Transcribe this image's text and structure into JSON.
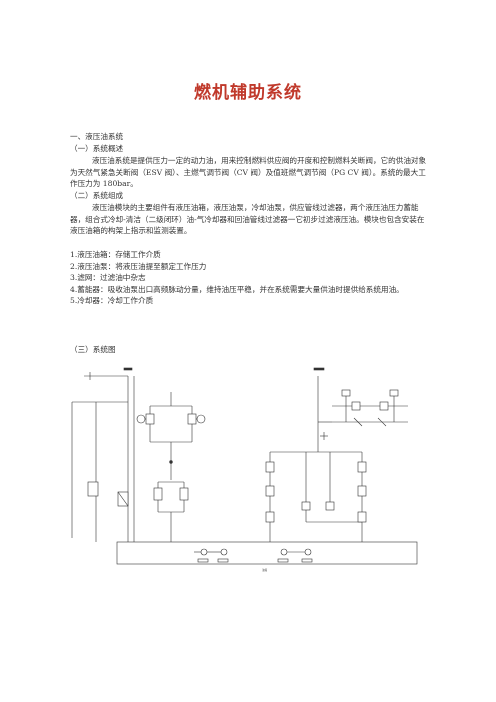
{
  "doc": {
    "title": "燃机辅助系统",
    "section1": "一、液压油系统",
    "sub1": "（一）系统概述",
    "para1": "液压油系统是提供压力一定的动力油，用来控制燃料供应阀的开度和控制燃料关断阀，它的供油对象为天然气紧急关断阀（ESV 阀）、主燃气调节阀（CV 阀）及值班燃气调节阀（PG CV 阀）。系统的最大工作压力为 180bar。",
    "sub2": "（二）系统组成",
    "para2": "液压油模块的主要组件有液压油箱，液压油泵，冷却油泵，供应管线过滤器，两个液压油压力蓄能器，组合式冷却-清洁（二级闭环）油-气冷却器和回油管线过滤器一它初步过滤液压油。模块也包含安装在液压油箱的构架上指示和监测装置。",
    "items": [
      "1.液压油箱：存储工作介质",
      "2.液压油泵：将液压油提至额定工作压力",
      "3.滤网：过滤油中杂志",
      "4.蓄能器：吸收油泵出口高频脉动分量，维持油压平稳，并在系统需要大量供油时提供给系统用油。",
      "5.冷却器：冷却工作介质"
    ],
    "sub3": "（三）系统图"
  }
}
